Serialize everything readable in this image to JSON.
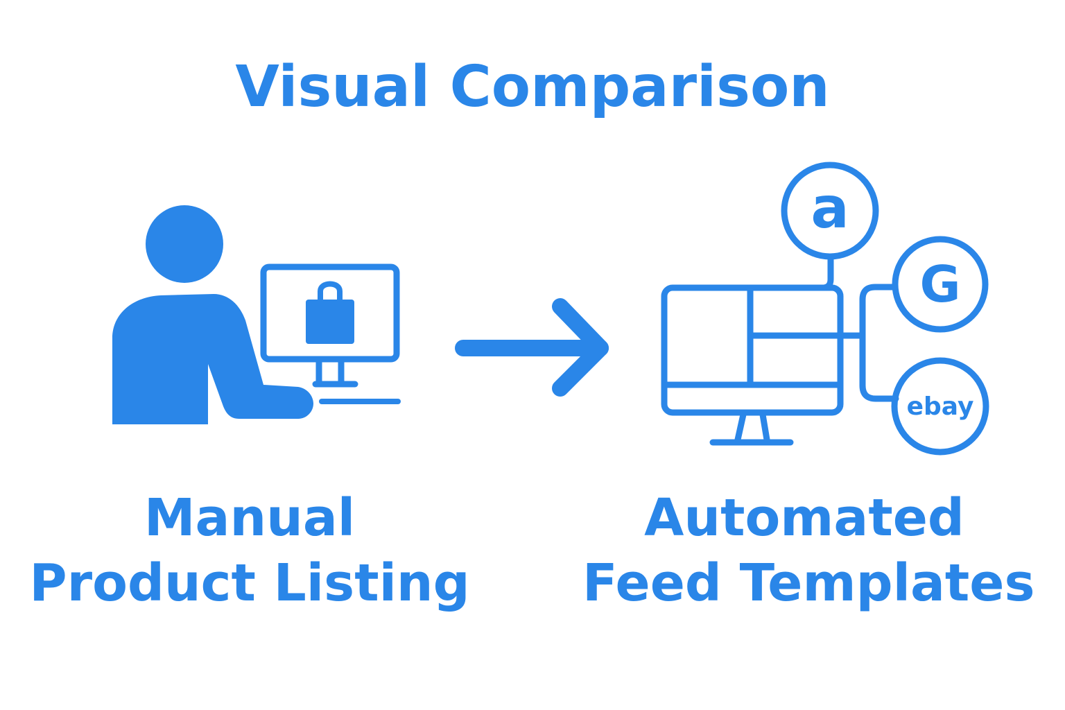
{
  "title": "Visual Comparison",
  "left": {
    "line1": "Manual",
    "line2": "Product Listing",
    "icons": [
      "person-icon",
      "monitor-icon",
      "shopping-bag-icon",
      "keyboard-icon"
    ]
  },
  "right": {
    "line1": "Automated",
    "line2": "Feed Templates",
    "icons": [
      "monitor-icon",
      "amazon-logo-icon",
      "google-logo-icon",
      "ebay-logo-icon"
    ],
    "logos": {
      "amazon": "a",
      "google": "G",
      "ebay": "ebay"
    }
  },
  "arrow_icon": "right-arrow-icon",
  "colors": {
    "primary": "#2a86e8",
    "background": "#ffffff"
  }
}
